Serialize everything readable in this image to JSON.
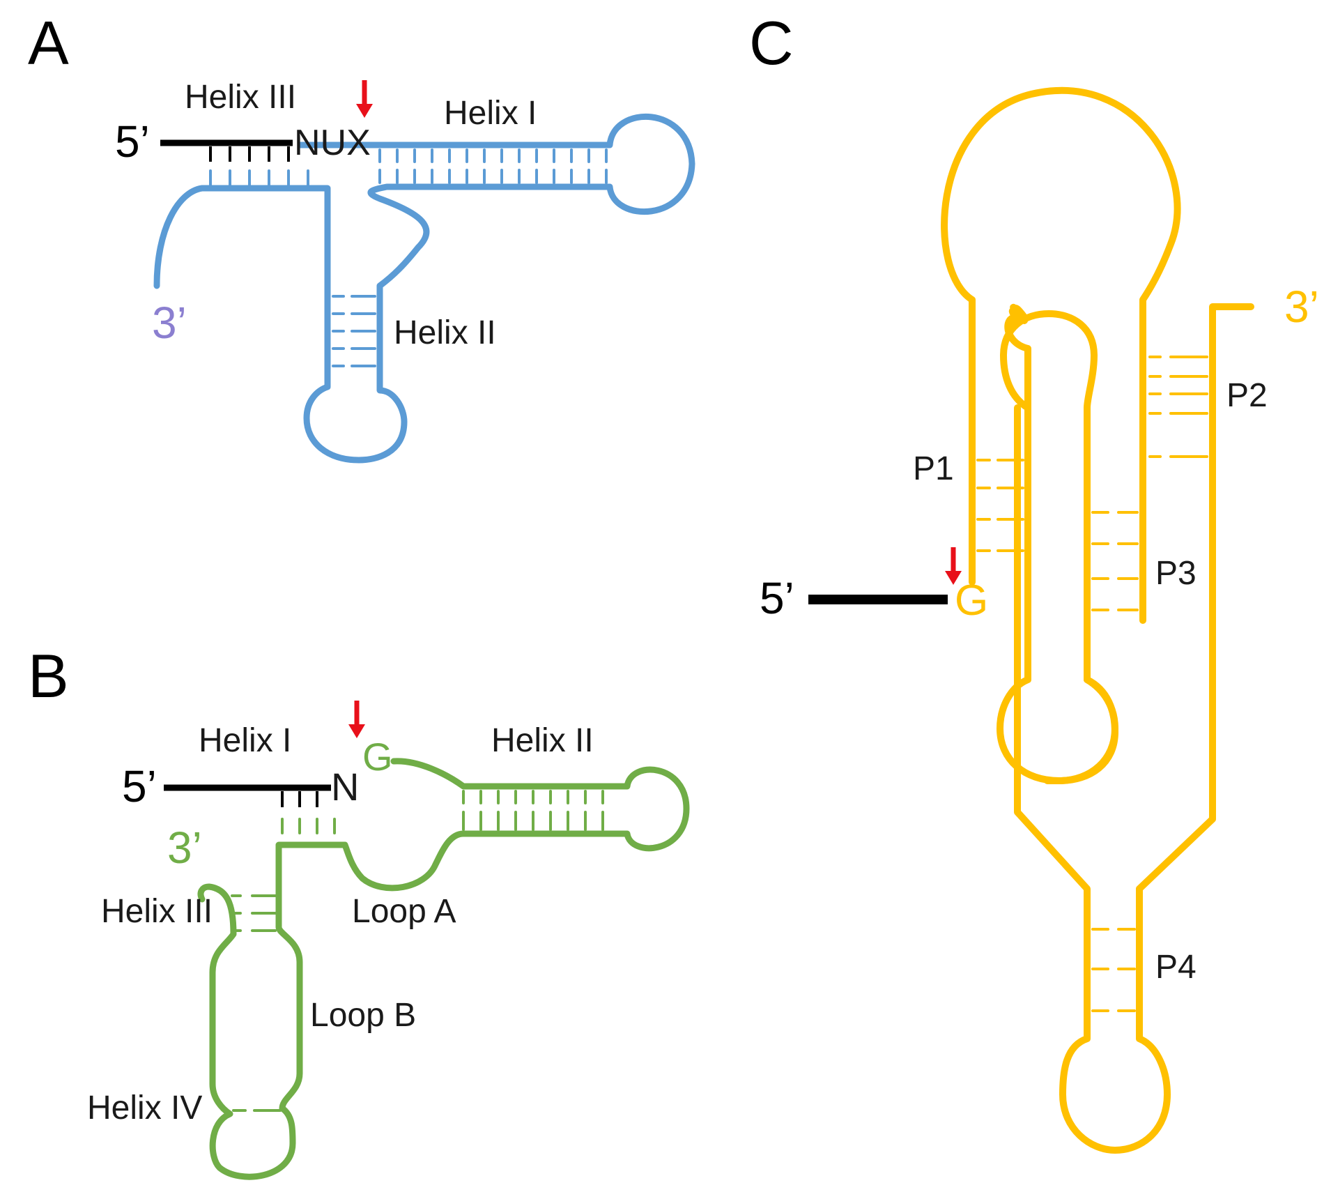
{
  "colors": {
    "panel_a": "#5b9bd5",
    "panel_b": "#70ad47",
    "panel_c": "#ffc000",
    "substrate": "#000000",
    "cleavage_arrow": "#e8101a",
    "label_text": "#1a1a1a"
  },
  "panel_a": {
    "letter": "A",
    "five_prime": "5’",
    "three_prime": "3’",
    "cleavage_site": "NUX",
    "helix_i": "Helix I",
    "helix_ii": "Helix II",
    "helix_iii": "Helix III"
  },
  "panel_b": {
    "letter": "B",
    "five_prime": "5’",
    "three_prime": "3’",
    "nucleotide_n": "N",
    "nucleotide_g": "G",
    "helix_i": "Helix I",
    "helix_ii": "Helix II",
    "helix_iii": "Helix III",
    "helix_iv": "Helix IV",
    "loop_a": "Loop A",
    "loop_b": "Loop B"
  },
  "panel_c": {
    "letter": "C",
    "five_prime": "5’",
    "three_prime": "3’",
    "nucleotide_g": "G",
    "p1": "P1",
    "p2": "P2",
    "p3": "P3",
    "p4": "P4"
  }
}
